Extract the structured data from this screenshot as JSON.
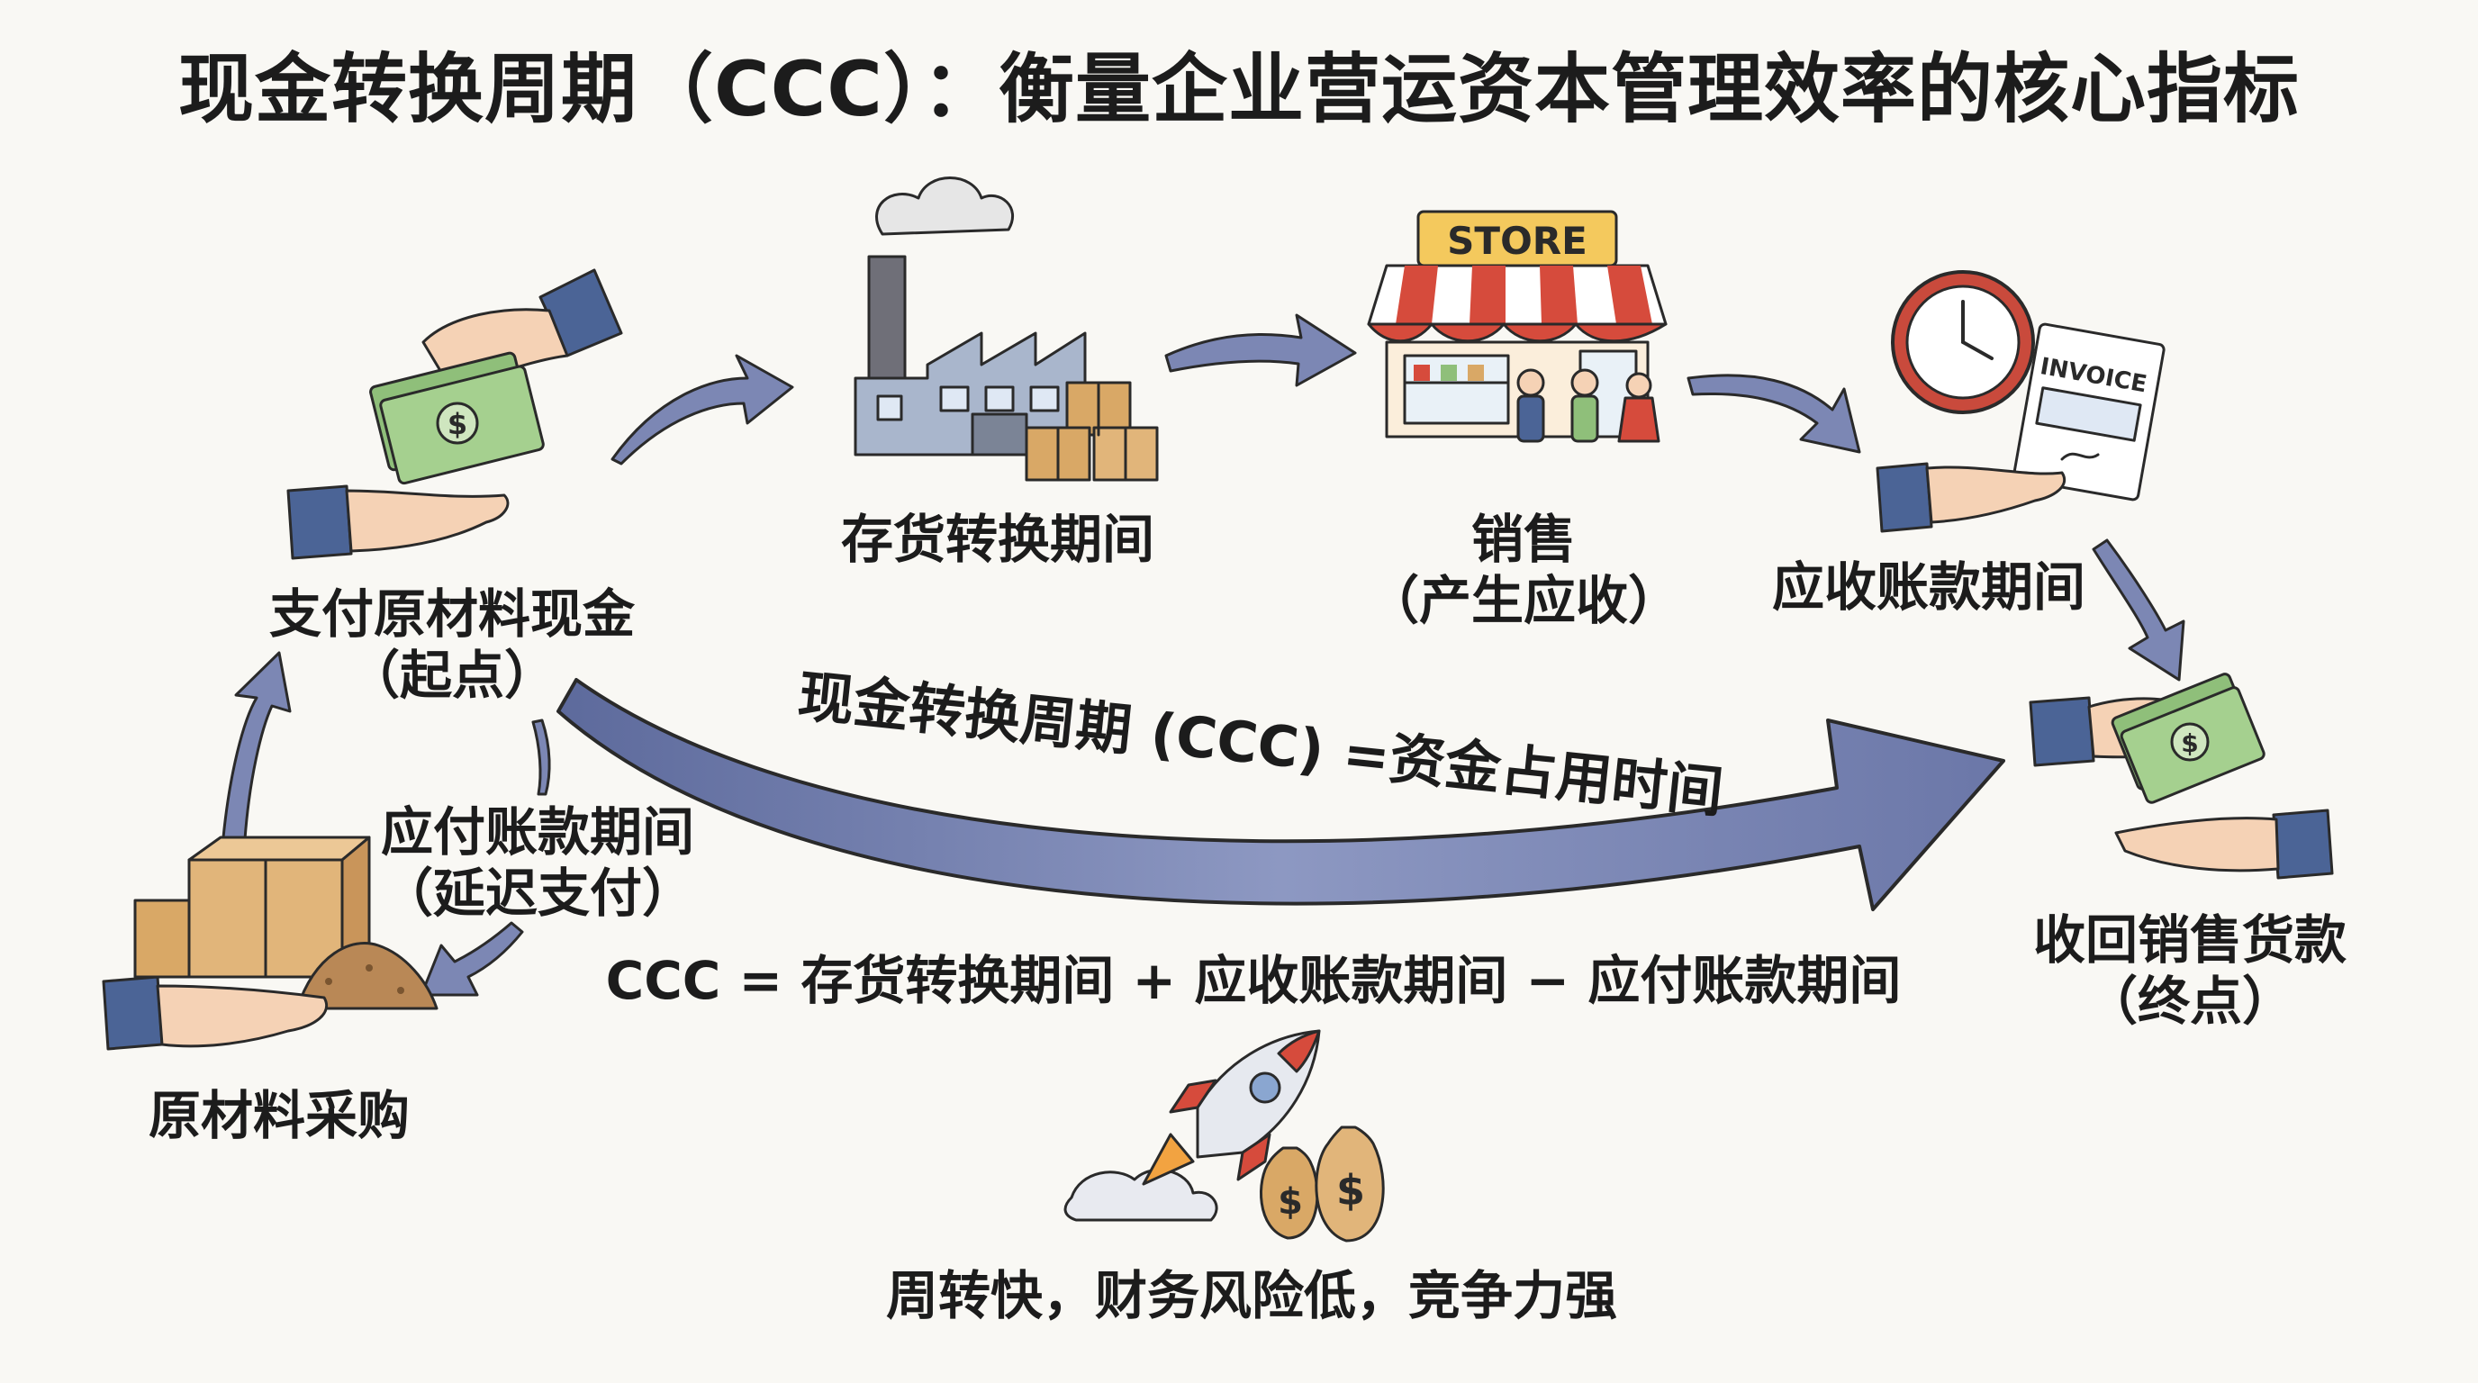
{
  "title": "现金转换周期（CCC）：衡量企业营运资本管理效率的核心指标",
  "colors": {
    "arrow_blue": "#7c87b4",
    "arrow_blue_dark": "#4e5a8c",
    "cash_green": "#8fbf7a",
    "box_kraft": "#d9a866",
    "store_red": "#d64b3c",
    "store_sign": "#f4c95d",
    "sleeve_blue": "#4b6496",
    "skin": "#f5d2b5"
  },
  "icons": {
    "pay_cash": "hand-giving-cash-icon",
    "factory": "factory-icon",
    "store": "store-icon",
    "receivable": "clock-invoice-icon",
    "collect": "hand-receiving-cash-icon",
    "raw_material": "boxes-and-raw-material-icon",
    "growth": "rocket-money-bags-icon"
  },
  "store_sign": "STORE",
  "invoice_label": "INVOICE",
  "nodes": {
    "pay_cash": {
      "line1": "支付原材料现金",
      "line2": "（起点）"
    },
    "inventory": {
      "label": "存货转换期间"
    },
    "sales": {
      "line1": "销售",
      "line2": "（产生应收）"
    },
    "receivable": {
      "label": "应收账款期间"
    },
    "collect": {
      "line1": "收回销售货款",
      "line2": "（终点）"
    },
    "payable": {
      "line1": "应付账款期间",
      "line2": "（延迟支付）"
    },
    "raw_purchase": {
      "label": "原材料采购"
    }
  },
  "big_arrow_label": "现金转换周期 (CCC) =资金占用时间",
  "formula": "CCC = 存货转换期间 + 应收账款期间 − 应付账款期间",
  "conclusion": "周转快，财务风险低，竞争力强"
}
